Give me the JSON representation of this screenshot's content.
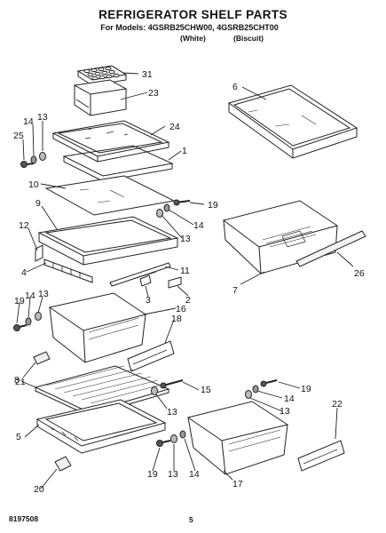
{
  "header": {
    "title": "REFRIGERATOR SHELF PARTS",
    "models_line": "For Models: 4GSRB25CHW00, 4GSRB25CHT00",
    "variant_1": "(White)",
    "variant_2": "(Biscuit)"
  },
  "footer": {
    "doc_number": "8197508",
    "page_number": "5"
  },
  "callouts": {
    "c31": "31",
    "c23": "23",
    "c6": "6",
    "c14a": "14",
    "c13a": "13",
    "c24": "24",
    "c25": "25",
    "c1": "1",
    "c10": "10",
    "c19a": "19",
    "c9": "9",
    "c14b": "14",
    "c13b": "13",
    "c12": "12",
    "c26": "26",
    "c4": "4",
    "c11": "11",
    "c3": "3",
    "c2": "2",
    "c7": "7",
    "c19b": "19",
    "c14c": "14",
    "c13c": "13",
    "c16": "16",
    "c18": "18",
    "c21": "21",
    "c15": "15",
    "c8": "8",
    "c13d": "13",
    "c19c": "19",
    "c14d": "14",
    "c13e": "13",
    "c22": "22",
    "c5": "5",
    "c19d": "19",
    "c13f": "13",
    "c14e": "14",
    "c17": "17",
    "c20": "20"
  }
}
